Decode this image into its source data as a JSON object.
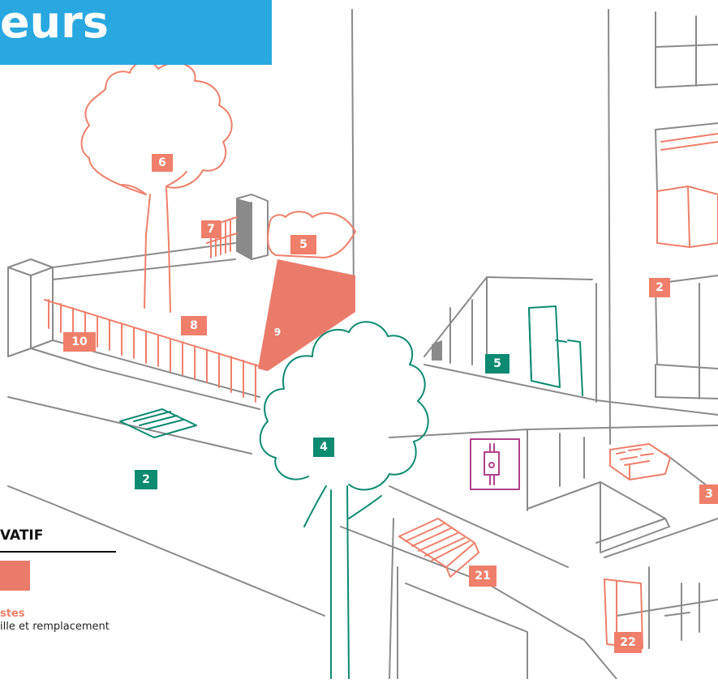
{
  "title": "eurs",
  "legend": {
    "heading": "VATIF",
    "sub": "stes",
    "desc": "ille et remplacement"
  },
  "markers": {
    "m6": "6",
    "m7": "7",
    "m5a": "5",
    "m8": "8",
    "m9": "9",
    "m10": "10",
    "m2a": "2",
    "m5b": "5",
    "m4": "4",
    "m2b": "2",
    "m3": "3",
    "m21": "21",
    "m22": "22"
  },
  "colors": {
    "banner": "#29a8e0",
    "salmon": "#ef7f6a",
    "green": "#0c8a72",
    "magenta": "#b0408a",
    "gray": "#888888"
  }
}
